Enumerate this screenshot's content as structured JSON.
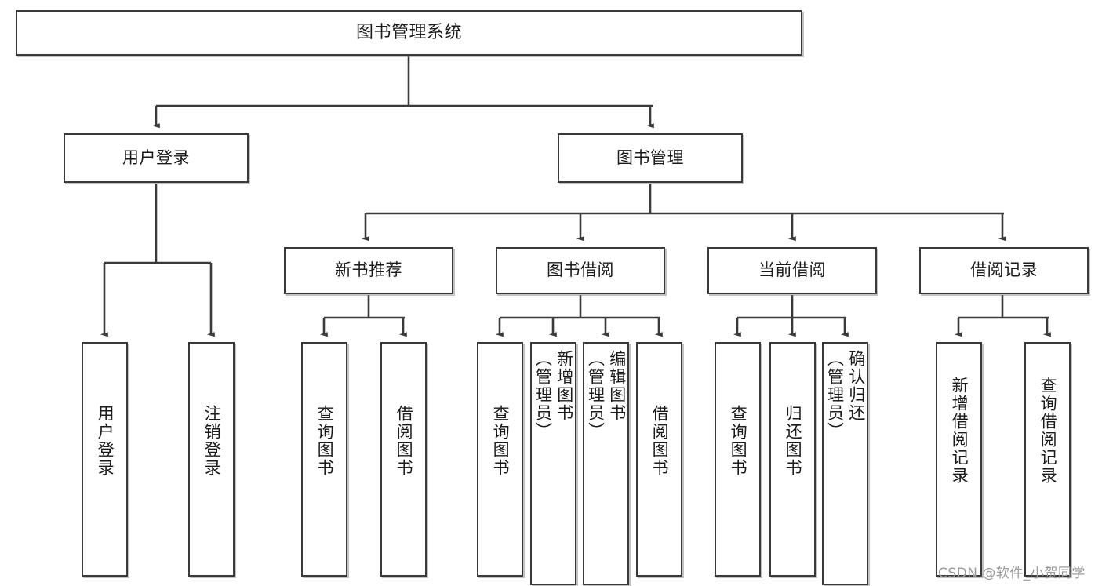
{
  "diagram": {
    "type": "tree-hierarchy-chart",
    "title": "图书管理系统",
    "orientation": "top-down",
    "line_color": "#3a3a3a",
    "box_fill": "#ffffff",
    "text_color": "#1b1b1b",
    "levels": 4
  },
  "nodes": {
    "root": {
      "label": "图书管理系统"
    },
    "level2": [
      {
        "id": "user-login",
        "label": "用户登录"
      },
      {
        "id": "book-manage",
        "label": "图书管理"
      }
    ],
    "level3": [
      {
        "id": "new-book-recommend",
        "label": "新书推荐"
      },
      {
        "id": "book-borrow",
        "label": "图书借阅"
      },
      {
        "id": "current-borrow",
        "label": "当前借阅"
      },
      {
        "id": "borrow-record",
        "label": "借阅记录"
      }
    ],
    "leaves": {
      "user_login": [
        {
          "id": "leaf-user-login",
          "label": "用户登录"
        },
        {
          "id": "leaf-logout-login",
          "label": "注销登录"
        }
      ],
      "new_book_recommend": [
        {
          "id": "leaf-query-book-1",
          "label": "查询图书"
        },
        {
          "id": "leaf-borrow-book-1",
          "label": "借阅图书"
        }
      ],
      "book_borrow": [
        {
          "id": "leaf-query-book-2",
          "label": "查询图书"
        },
        {
          "id": "leaf-add-book-admin",
          "label": "新增图书\n（管理员）"
        },
        {
          "id": "leaf-edit-book-admin",
          "label": "编辑图书\n（管理员）"
        },
        {
          "id": "leaf-borrow-book-2",
          "label": "借阅图书"
        }
      ],
      "current_borrow": [
        {
          "id": "leaf-query-book-3",
          "label": "查询图书"
        },
        {
          "id": "leaf-return-book",
          "label": "归还图书"
        },
        {
          "id": "leaf-confirm-return-admin",
          "label": "确认归还\n（管理员）"
        }
      ],
      "borrow_record": [
        {
          "id": "leaf-add-borrow-record",
          "label": "新增借阅记录"
        },
        {
          "id": "leaf-query-borrow-record",
          "label": "查询借阅记录"
        }
      ]
    }
  },
  "watermark": {
    "text": "CSDN @软件_小贺同学"
  }
}
